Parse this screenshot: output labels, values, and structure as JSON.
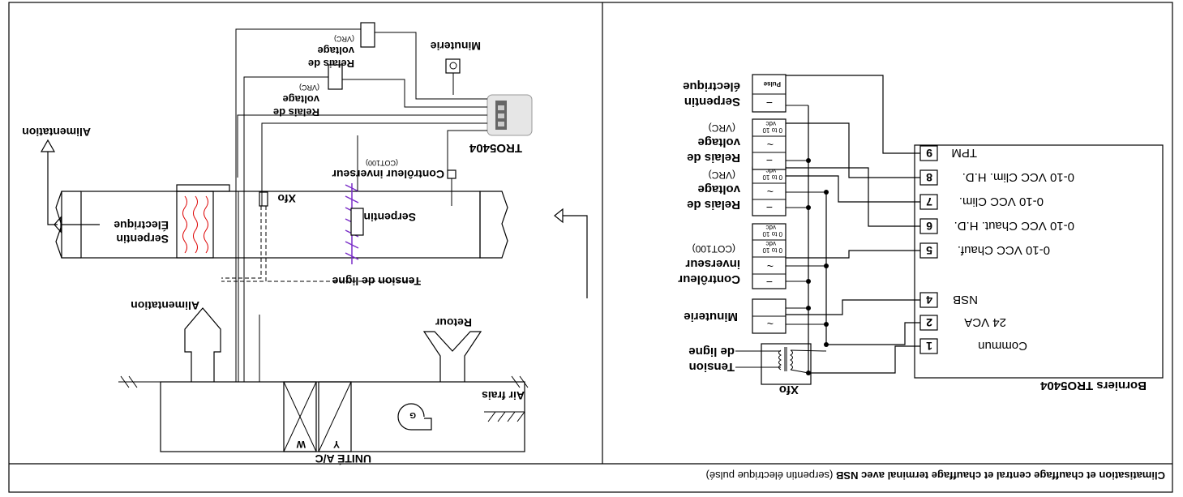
{
  "caption": {
    "bold": "Climatisation et chauffage central et chauffage terminal avec NSB",
    "normal": " (serpentin électrique pulsé)"
  },
  "left": {
    "unit_title": "UNITÉ A/C",
    "unit_w": "W",
    "unit_y": "Y",
    "fan_label": "G",
    "air_frais": "Air frais",
    "retour": "Retour",
    "alimentation_bottom": "Alimentation",
    "alimentation_right": "Alimentation",
    "tension_de_ligne": "Tension de ligne",
    "xfo": "Xfo",
    "serpentin": "Serpentin",
    "serpentin_electrique": [
      "Serpentin",
      "Électrique"
    ],
    "controleur_inverseur": "Contrôleur inverseur",
    "cot100": "(COT100)",
    "tro5404": "TRO5404",
    "minuterie": "Minuterie",
    "relais1": [
      "Relais de",
      "voltage",
      "(VRC)"
    ],
    "relais2": [
      "Relais de",
      "voltage",
      "(VRC)"
    ]
  },
  "right": {
    "title": "Borniers TRO5404",
    "terminals": [
      {
        "num": "1",
        "label": "Commun"
      },
      {
        "num": "2",
        "label": "24 VCA"
      },
      {
        "num": "4",
        "label": "NSB"
      },
      {
        "num": "5",
        "label": "0-10 VCC Chauf."
      },
      {
        "num": "6",
        "label": "0-10 VCC Chaut. H.D."
      },
      {
        "num": "7",
        "label": "0-10 VCC Clim."
      },
      {
        "num": "8",
        "label": "0-10 VCC Clim. H.D."
      },
      {
        "num": "9",
        "label": "TPM"
      }
    ],
    "xfo": "Xfo",
    "tension": [
      "Tension",
      "de ligne"
    ],
    "minuterie": "Minuterie",
    "controleur": [
      "Contrôleur",
      "inverseur",
      "(COT100)"
    ],
    "relais1": [
      "Relais de",
      "voltage",
      "(VRC)"
    ],
    "relais2": [
      "Relais de",
      "voltage",
      "(VRC)"
    ],
    "serpentin": [
      "Serpentin",
      "électrique"
    ],
    "pulse": "Pulse",
    "vdc": [
      "0 to 10",
      "vdc"
    ],
    "minus": "−",
    "tilde": "~"
  }
}
